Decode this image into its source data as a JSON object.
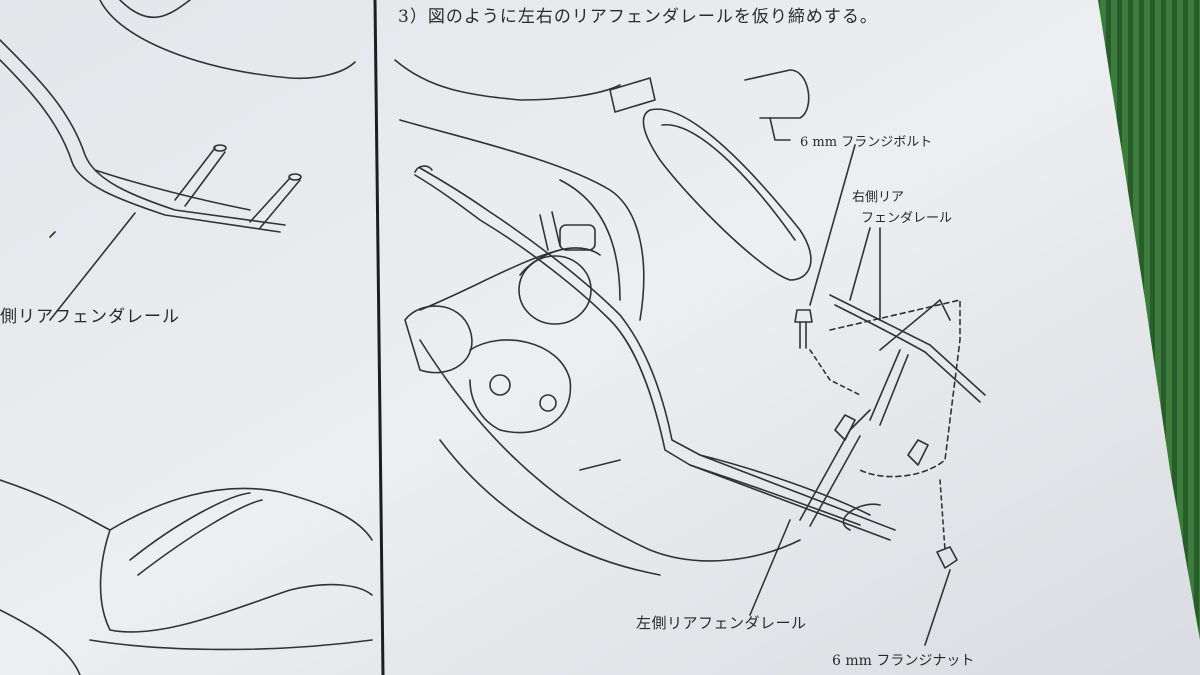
{
  "step_instruction": "3）図のように左右のリアフェンダレールを仮り締めする。",
  "left_panel": {
    "rail_label_partial": "側リアフェンダレール"
  },
  "right_panel": {
    "bolt_label": "6 mm フランジボルト",
    "right_rail_label_line1": "右側リア",
    "right_rail_label_line2": "フェンダレール",
    "left_rail_label": "左側リアフェンダレール",
    "nut_label": "6 mm フランジナット"
  },
  "colors": {
    "paper": "#e9ebee",
    "paper_shadow": "#c9ccd2",
    "ink": "#2a2a2a",
    "mat": "#2f6b33"
  }
}
